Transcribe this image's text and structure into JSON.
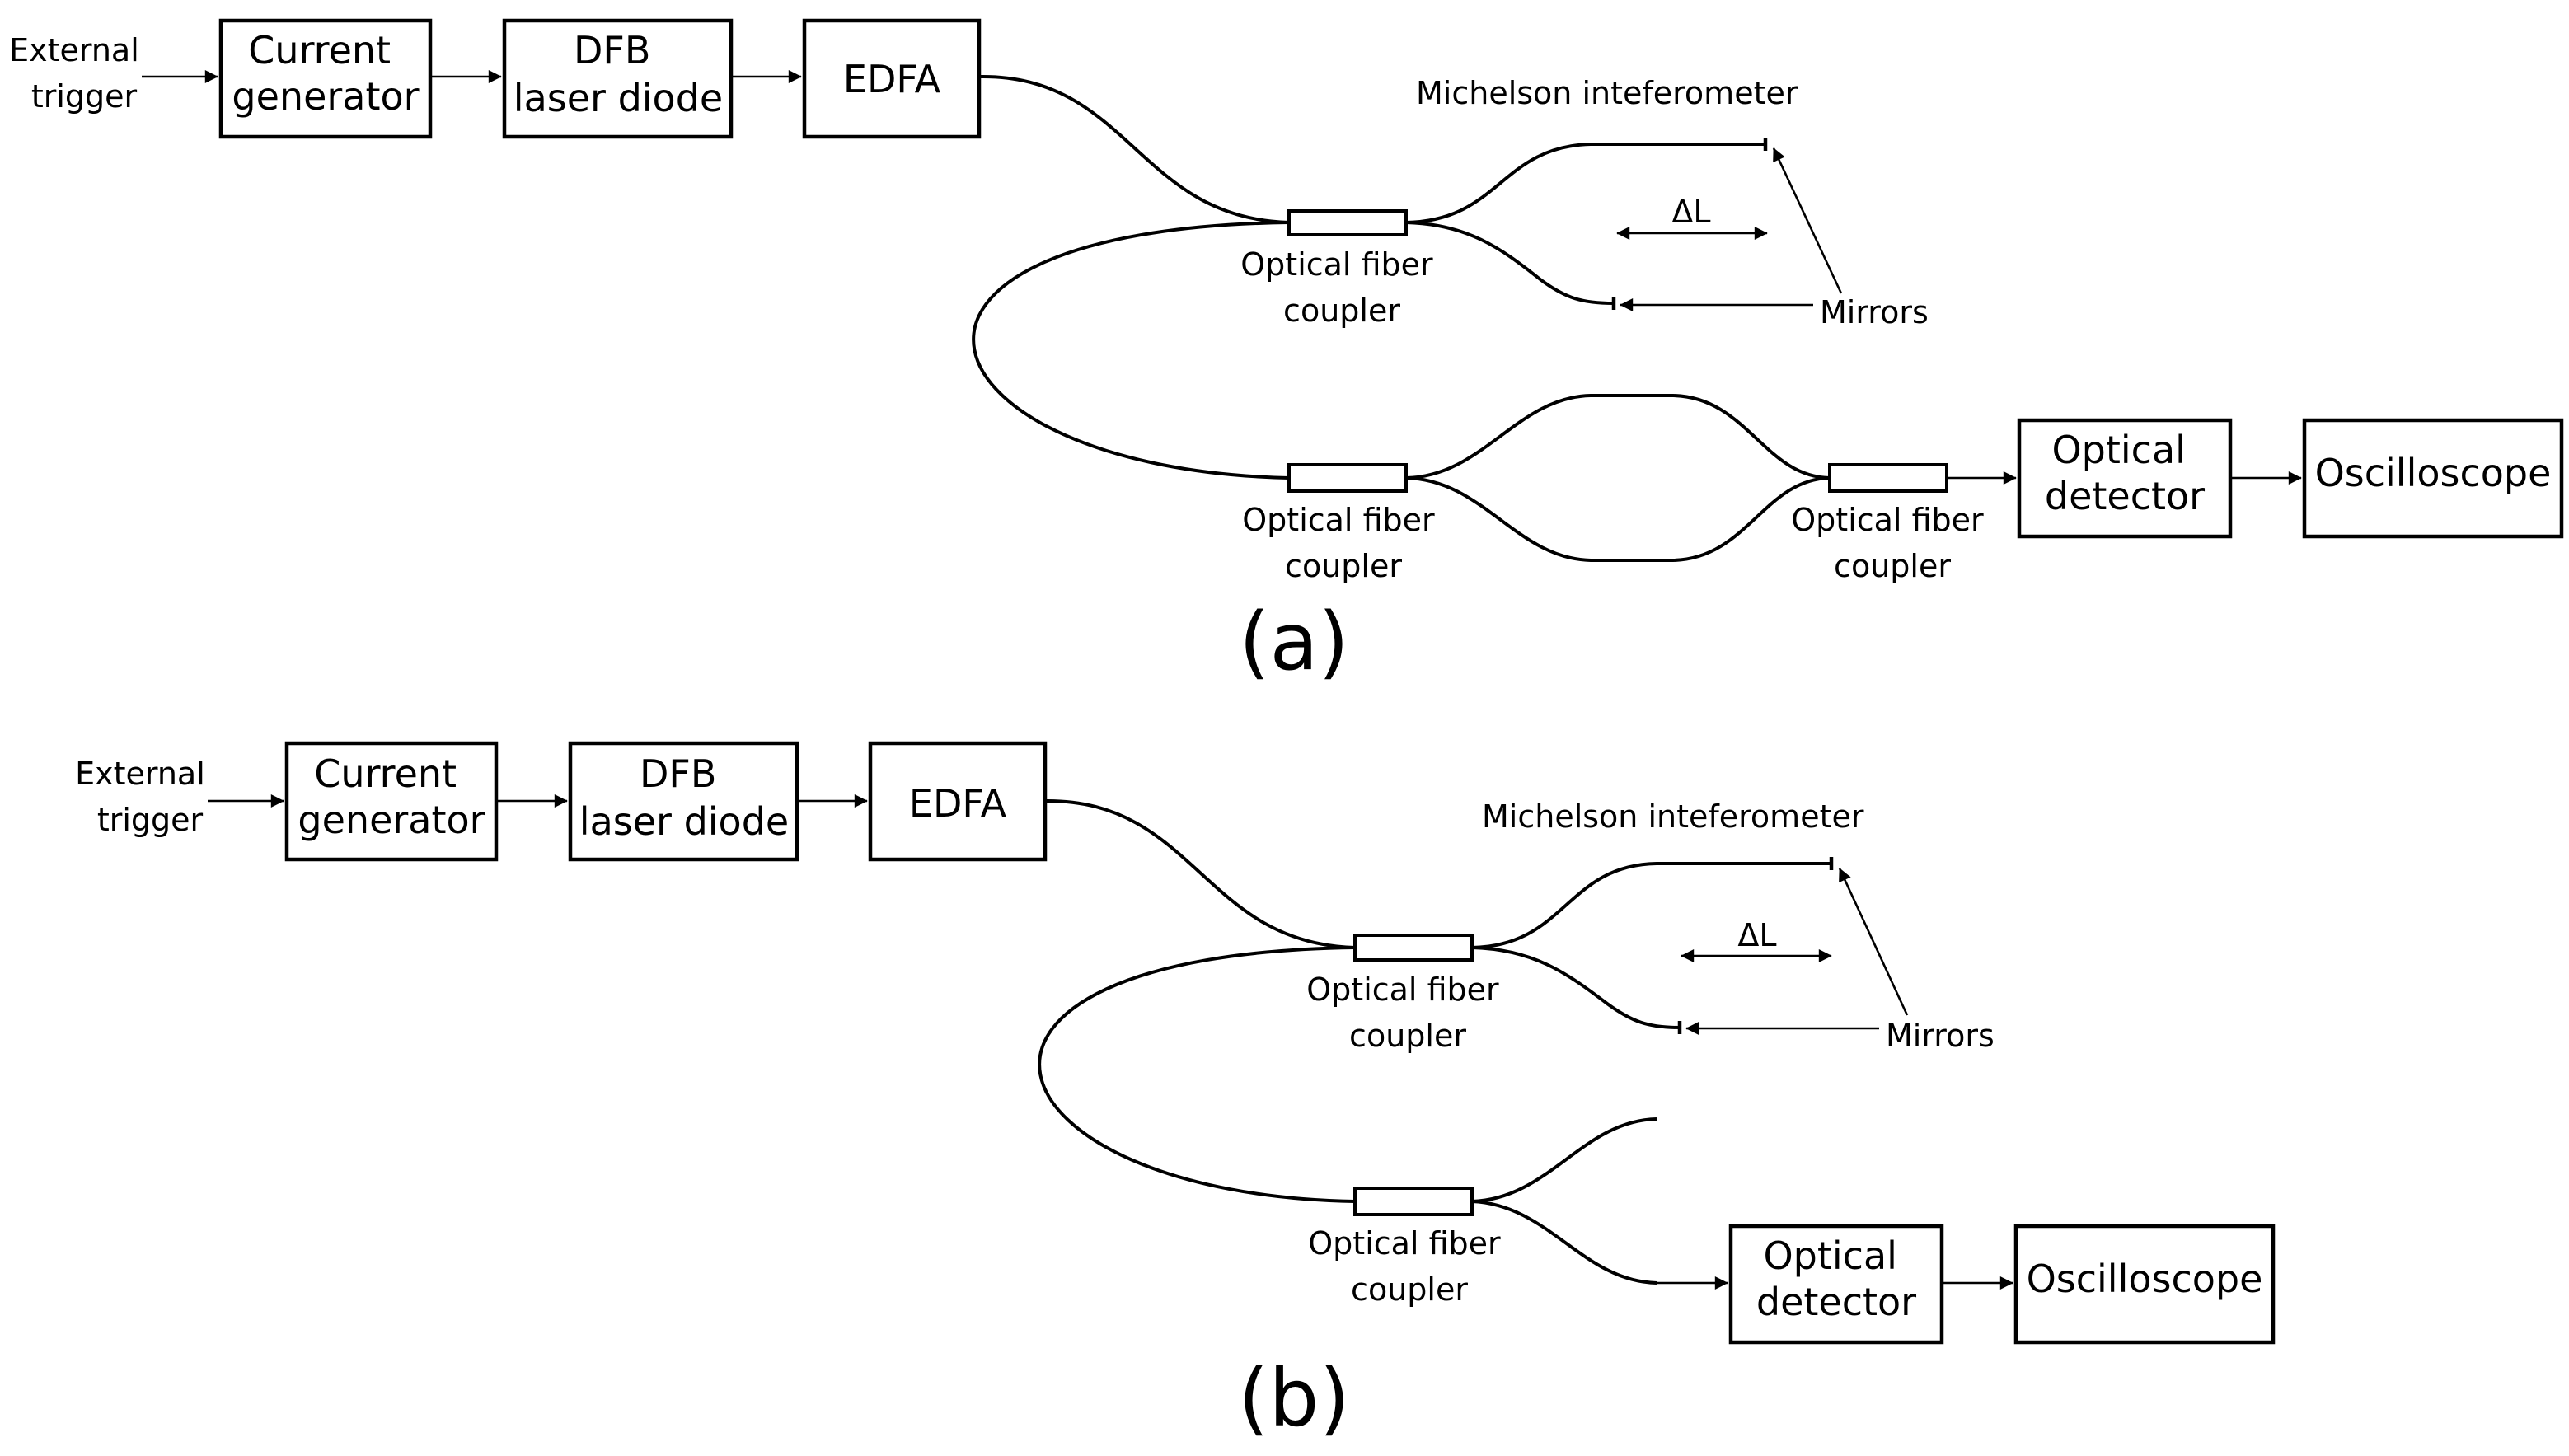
{
  "panel_a": {
    "label": "(a)",
    "external_trigger": [
      "External",
      "trigger"
    ],
    "current_generator": [
      "Current",
      "generator"
    ],
    "dfb_laser": [
      "DFB",
      "laser diode"
    ],
    "edfa": "EDFA",
    "michelson": "Michelson inteferometer",
    "delta_l": "ΔL",
    "mirrors": "Mirrors",
    "coupler_1": [
      "Optical fiber",
      "coupler"
    ],
    "coupler_2": [
      "Optical fiber",
      "coupler"
    ],
    "coupler_3": [
      "Optical fiber",
      "coupler"
    ],
    "optical_detector": [
      "Optical",
      "detector"
    ],
    "oscilloscope": "Oscilloscope"
  },
  "panel_b": {
    "label": "(b)",
    "external_trigger": [
      "External",
      "trigger"
    ],
    "current_generator": [
      "Current",
      "generator"
    ],
    "dfb_laser": [
      "DFB",
      "laser diode"
    ],
    "edfa": "EDFA",
    "michelson": "Michelson inteferometer",
    "delta_l": "ΔL",
    "mirrors": "Mirrors",
    "coupler_1": [
      "Optical fiber",
      "coupler"
    ],
    "coupler_2": [
      "Optical fiber",
      "coupler"
    ],
    "optical_detector": [
      "Optical",
      "detector"
    ],
    "oscilloscope": "Oscilloscope"
  }
}
